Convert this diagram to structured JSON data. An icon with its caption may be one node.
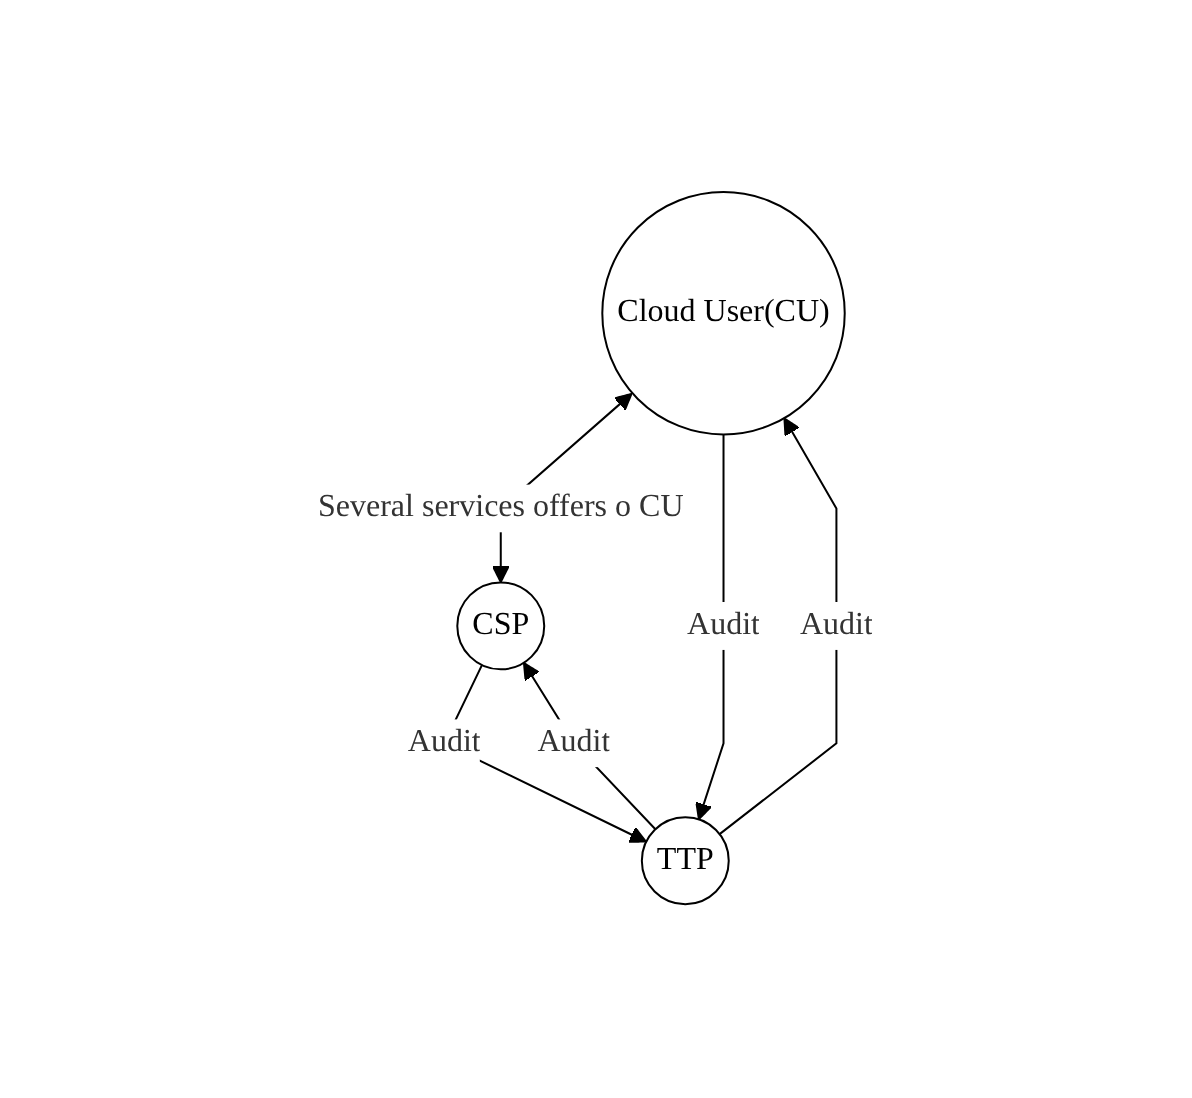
{
  "diagram": {
    "nodes": [
      {
        "text": [
          "Cloud User(CU)"
        ]
      },
      {
        "text": [
          "CSP"
        ]
      },
      {
        "text": [
          "TTP"
        ]
      }
    ],
    "edges": [
      {
        "from": 0,
        "to": 1,
        "arrow": "both",
        "label": "Several services offers o CU"
      },
      {
        "from": 2,
        "to": 0,
        "arrow": "to",
        "label": "Audit"
      },
      {
        "from": 2,
        "to": 1,
        "arrow": "to",
        "label": "Audit"
      },
      {
        "from": 0,
        "to": 2,
        "arrow": "to",
        "label": "Audit"
      },
      {
        "from": 1,
        "to": 2,
        "arrow": "to",
        "label": "Audit"
      }
    ]
  }
}
